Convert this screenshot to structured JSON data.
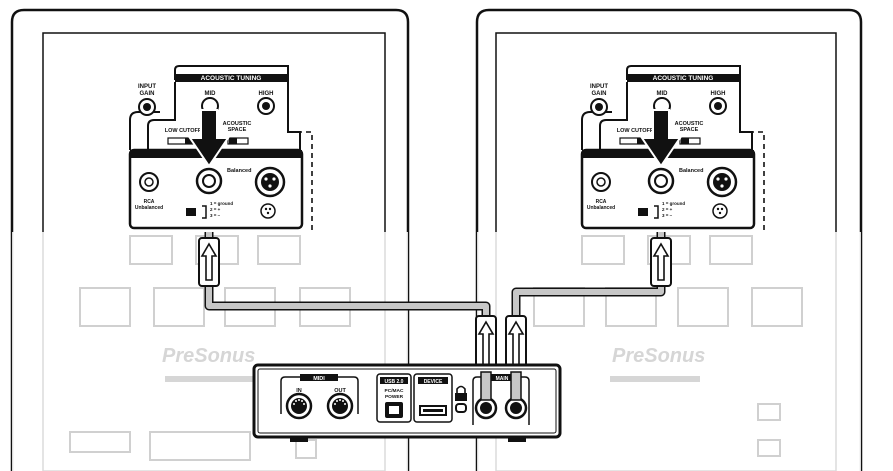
{
  "speakers": [
    {
      "id": "left",
      "panel": {
        "acoustic_tuning": "ACOUSTIC TUNING",
        "input_gain": [
          "INPUT",
          "GAIN"
        ],
        "mid": "MID",
        "high": "HIGH",
        "low_cutoff": "LOW CUTOFF",
        "acoustic_space": [
          "ACOUSTIC",
          "SPACE"
        ],
        "balanced": "Balanced",
        "rca": [
          "RCA",
          "Unbalanced"
        ],
        "trs_legend": [
          "1 = ground",
          "2 = +",
          "3 = –"
        ],
        "brand": "PreSonus"
      }
    },
    {
      "id": "right",
      "panel": {
        "acoustic_tuning": "ACOUSTIC TUNING",
        "input_gain": [
          "INPUT",
          "GAIN"
        ],
        "mid": "MID",
        "high": "HIGH",
        "low_cutoff": "LOW CUTOFF",
        "acoustic_space": [
          "ACOUSTIC",
          "SPACE"
        ],
        "balanced": "Balanced",
        "rca": [
          "RCA",
          "Unbalanced"
        ],
        "trs_legend": [
          "1 = ground",
          "2 = +",
          "3 = –"
        ],
        "brand": "PreSonus"
      }
    }
  ],
  "interface": {
    "midi_label": "MIDI",
    "midi_in": "IN",
    "midi_out": "OUT",
    "usb_label": "USB 2.0",
    "pc_mac": "PC/MAC",
    "power": "POWER",
    "device_label": "DEVICE",
    "main_label": "MAIN"
  },
  "colors": {
    "ink": "#111111",
    "cable": "#c7c7c7",
    "ghost": "#d6d6d6",
    "arrow": "#111111"
  },
  "icons": [
    "arrow-down-icon",
    "cable-arrow-up-icon",
    "lock-icon"
  ]
}
